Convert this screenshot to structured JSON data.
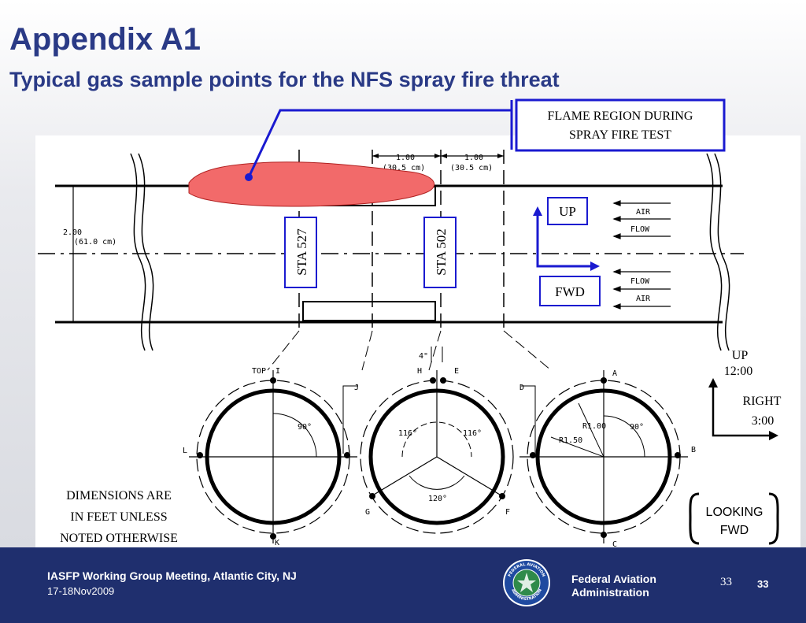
{
  "slide": {
    "title": "Appendix A1",
    "subtitle": "Typical gas sample points for the NFS spray fire threat"
  },
  "callout": {
    "flame_line1": "FLAME REGION DURING",
    "flame_line2": "SPRAY FIRE TEST",
    "sta_527": "STA 527",
    "sta_502": "STA 502",
    "up": "UP",
    "fwd": "FWD",
    "looking_line1": "LOOKING",
    "looking_line2": "FWD",
    "dimensions_line1": "DIMENSIONS ARE",
    "dimensions_line2": "IN FEET UNLESS",
    "dimensions_line3": "NOTED OTHERWISE"
  },
  "drawing": {
    "dim_top_1": "1.00",
    "dim_top_1_cm": "(30.5 cm)",
    "dim_top_2": "1.00",
    "dim_top_2_cm": "(30.5 cm)",
    "dim_side": "2.00",
    "dim_side_cm": "(61.0 cm)",
    "air_top": "AIR",
    "flow_top": "FLOW",
    "flow_bottom": "FLOW",
    "air_bottom": "AIR",
    "dim_4in": "4\"",
    "label_top": "TOP",
    "label_I": "I",
    "label_J": "J",
    "label_L": "L",
    "label_K": "K",
    "label_H": "H",
    "label_E": "E",
    "label_G": "G",
    "label_F": "F",
    "label_D": "D",
    "label_A": "A",
    "label_B": "B",
    "label_C": "C",
    "angle_90_left": "90°",
    "angle_116_left": "116°",
    "angle_116_right": "116°",
    "angle_120": "120°",
    "angle_90_right": "90°",
    "radius_100": "R1.00",
    "radius_150": "R1.50"
  },
  "orientation": {
    "up": "UP",
    "clock_12": "12:00",
    "right": "RIGHT",
    "clock_3": "3:00"
  },
  "footer": {
    "event": "IASFP Working Group Meeting, Atlantic City, NJ",
    "date": "17-18Nov2009",
    "org_line1": "Federal Aviation",
    "org_line2": "Administration",
    "page_number_left": "33",
    "page_number_right": "33",
    "seal_top_text": "FEDERAL AVIATION",
    "seal_bottom_text": "ADMINISTRATION"
  },
  "colors": {
    "title": "#2a3a86",
    "footer_bg": "#1f2f6e",
    "flame_fill": "#f26a6a",
    "callout_border": "#1a1ad0",
    "leader_line": "#1a1ad0"
  }
}
